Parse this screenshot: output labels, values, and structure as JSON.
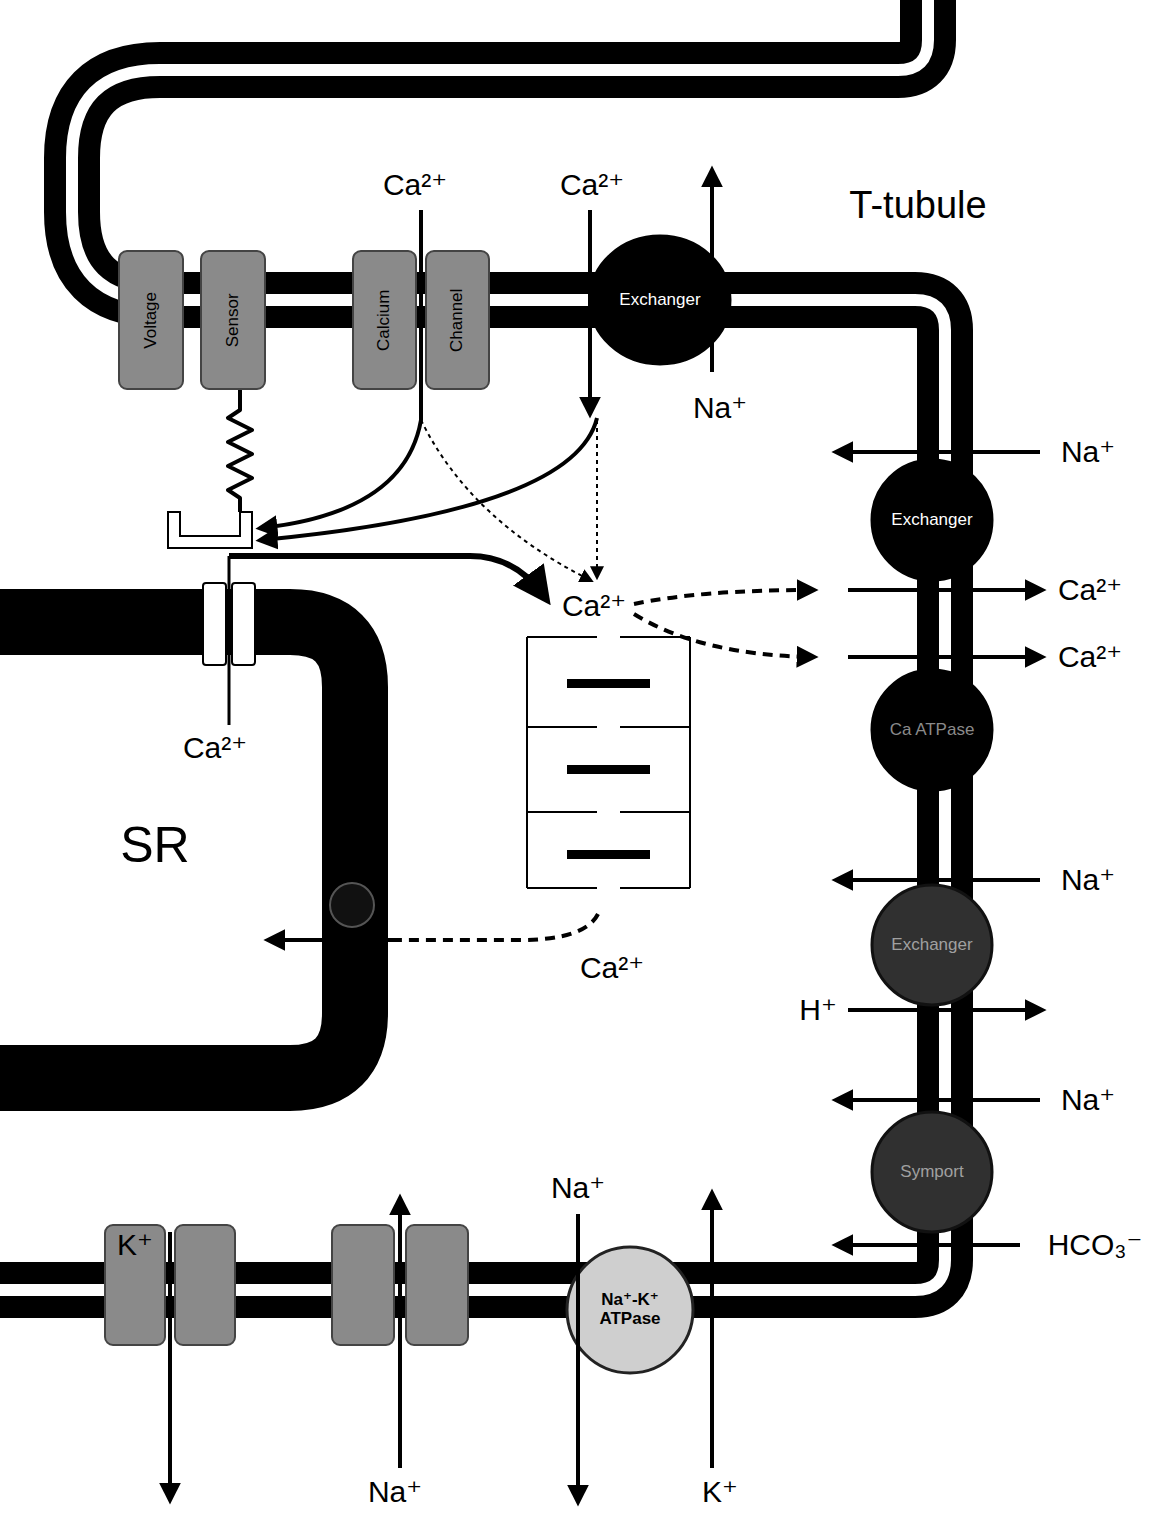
{
  "diagram": {
    "nodes": [
      {
        "text": [
          "Voltage"
        ]
      },
      {
        "text": [
          "Sensor"
        ]
      },
      {
        "text": [
          "Calcium"
        ]
      },
      {
        "text": [
          "Channel"
        ]
      },
      {
        "text": [
          "Exchanger"
        ]
      },
      {
        "text": [
          "Exchanger"
        ]
      },
      {
        "text": [
          "Ca ATPase"
        ]
      },
      {
        "text": [
          "Exchanger"
        ]
      },
      {
        "text": [
          "Symport"
        ]
      },
      {
        "text": [
          "Na⁺-K⁺ ATPase"
        ]
      }
    ],
    "labels": [
      "Ca²⁺",
      "Ca²⁺",
      "T-tubule",
      "Na⁺",
      "Na⁺",
      "Ca²⁺",
      "Ca²⁺",
      "Ca²⁺",
      "Ca²⁺",
      "SR",
      "Na⁺",
      "Ca²⁺",
      "H⁺",
      "Na⁺",
      "Na⁺",
      "K⁺",
      "HCO₃⁻",
      "Na⁺",
      "K⁺"
    ]
  }
}
